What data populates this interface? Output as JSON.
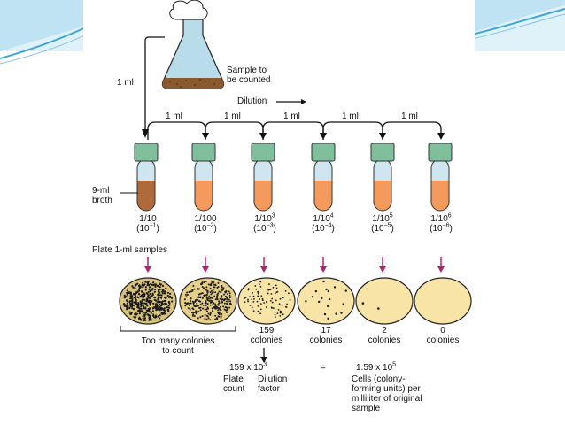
{
  "flask": {
    "label_line1": "Sample to",
    "label_line2": "be counted",
    "transfer_label": "1 ml"
  },
  "dilution": {
    "label": "Dilution",
    "transfer_labels": [
      "1 ml",
      "1 ml",
      "1 ml",
      "1 ml",
      "1 ml"
    ]
  },
  "broth": {
    "label_line1": "9-ml",
    "label_line2": "broth"
  },
  "tubes": [
    {
      "fraction": "1/10",
      "exp_base": "(10",
      "exp": "−1",
      "exp_end": ")",
      "fraction_sup": ""
    },
    {
      "fraction": "1/100",
      "exp_base": "(10",
      "exp": "−2",
      "exp_end": ")",
      "fraction_sup": ""
    },
    {
      "fraction": "1/10",
      "fraction_sup": "3",
      "exp_base": "(10",
      "exp": "−3",
      "exp_end": ")"
    },
    {
      "fraction": "1/10",
      "fraction_sup": "4",
      "exp_base": "(10",
      "exp": "−4",
      "exp_end": ")"
    },
    {
      "fraction": "1/10",
      "fraction_sup": "5",
      "exp_base": "(10",
      "exp": "−5",
      "exp_end": ")"
    },
    {
      "fraction": "1/10",
      "fraction_sup": "6",
      "exp_base": "(10",
      "exp": "−6",
      "exp_end": ")"
    }
  ],
  "plate_label": "Plate 1-ml samples",
  "plates": {
    "too_many_line1": "Too many colonies",
    "too_many_line2": "to count",
    "counts": [
      {
        "number": "159",
        "word": "colonies"
      },
      {
        "number": "17",
        "word": "colonies"
      },
      {
        "number": "2",
        "word": "colonies"
      },
      {
        "number": "0",
        "word": "colonies"
      }
    ]
  },
  "calculation": {
    "count_value": "159",
    "times": "x",
    "factor_base": "10",
    "factor_exp": "3",
    "plate_count_line1": "Plate",
    "plate_count_line2": "count",
    "dilution_factor_line1": "Dilution",
    "dilution_factor_line2": "factor",
    "equals": "=",
    "result_mantissa": "1.59",
    "result_base": "10",
    "result_exp": "5",
    "result_line1": "Cells (colony-",
    "result_line2": "forming units) per",
    "result_line3": "milliliter of original",
    "result_line4": "sample"
  },
  "colors": {
    "slide_background": "#ffffff",
    "slide_band_top": "#d6eef8",
    "slide_band_wave": "#3fa6d6",
    "panel_background": "#ffffff",
    "flask_liquid": "#b9dcea",
    "flask_sediment": "#8a5a2e",
    "tube_cap": "#7fbf9c",
    "tube_glass": "#cfe6f1",
    "broth_first": "#b06a3a",
    "broth": "#f39a5c",
    "arrow_magenta": "#b0236f",
    "plate_fill": "#f7e4a6",
    "plate_dense": "#d9c27a",
    "colony": "#1a1a1a"
  }
}
